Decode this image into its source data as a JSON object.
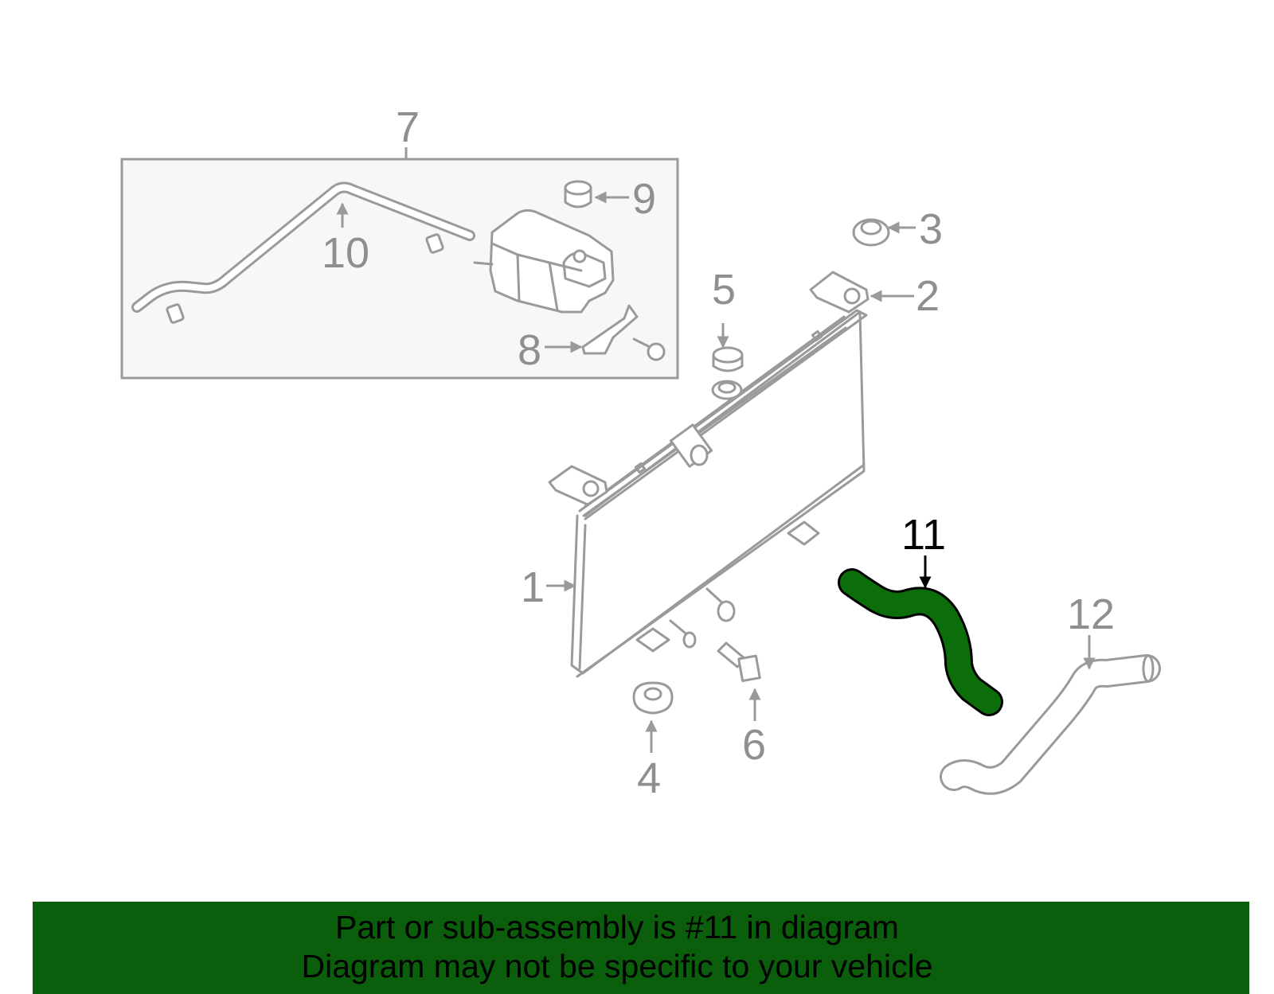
{
  "callouts": {
    "c1": "1",
    "c2": "2",
    "c3": "3",
    "c4": "4",
    "c5": "5",
    "c6": "6",
    "c7": "7",
    "c8": "8",
    "c9": "9",
    "c10": "10",
    "c11": "11",
    "c12": "12"
  },
  "highlight": {
    "part_number": "11",
    "color": "#0b6e0b"
  },
  "banner": {
    "line1": "Part or sub-assembly is #11 in diagram",
    "line2": "Diagram may not be specific to your vehicle",
    "background": "#0b5e0b"
  },
  "colors": {
    "line": "#9a9a9a",
    "label": "#8f8f8f",
    "panel_fill": "#f7f7f7"
  }
}
